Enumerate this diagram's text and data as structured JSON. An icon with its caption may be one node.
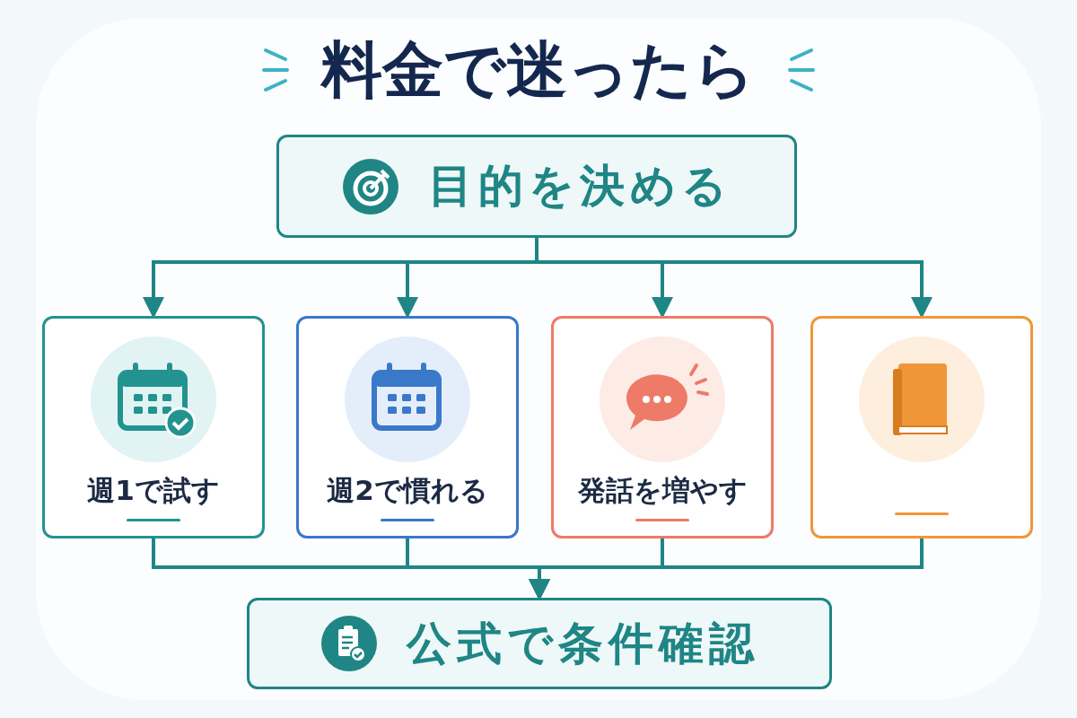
{
  "diagram": {
    "title": "料金で迷ったら",
    "nodes": [
      {
        "text": [
          "目的を決める"
        ]
      },
      {
        "text": [
          "週1で試す"
        ]
      },
      {
        "text": [
          "週2で慣れる"
        ]
      },
      {
        "text": [
          "発話を増やす"
        ]
      },
      {
        "text": [],
        "shape": "box"
      },
      {
        "text": [
          "公式で条件確認"
        ]
      }
    ],
    "edges": [
      {
        "from": 0,
        "to": 1,
        "arrow": "to"
      },
      {
        "from": 0,
        "to": 2,
        "arrow": "to"
      },
      {
        "from": 0,
        "to": 3,
        "arrow": "to"
      },
      {
        "from": 0,
        "to": 4,
        "arrow": "to"
      },
      {
        "from": 1,
        "to": 5,
        "arrow": "to"
      },
      {
        "from": 2,
        "to": 5,
        "arrow": "to"
      },
      {
        "from": 3,
        "to": 5,
        "arrow": "to"
      },
      {
        "from": 4,
        "to": 5,
        "arrow": "to"
      }
    ]
  }
}
